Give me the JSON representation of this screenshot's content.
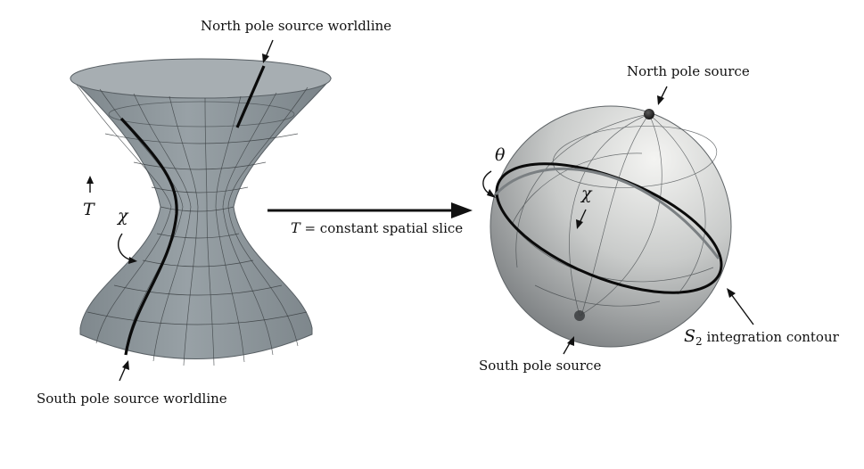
{
  "labels": {
    "north_worldline": "North pole source worldline",
    "south_worldline": "South pole source worldline",
    "north_source": "North pole source",
    "south_source": "South pole source",
    "contour_symbol": "S",
    "contour_subscript": "2",
    "contour_text": "integration contour",
    "slice_symbol": "T",
    "slice_text": "= constant spatial slice",
    "time_axis": "T",
    "chi_left": "χ",
    "chi_right": "χ",
    "theta": "θ"
  },
  "colors": {
    "surface": "#8f989d",
    "surface_dark": "#6f777c",
    "mesh": "#3a3f42",
    "worldline": "#0b0b0b",
    "sphere_light": "#f2f2f0",
    "sphere_dark": "#6e7275"
  },
  "icons": [
    "arrow-icon",
    "curved-arrow-icon"
  ]
}
